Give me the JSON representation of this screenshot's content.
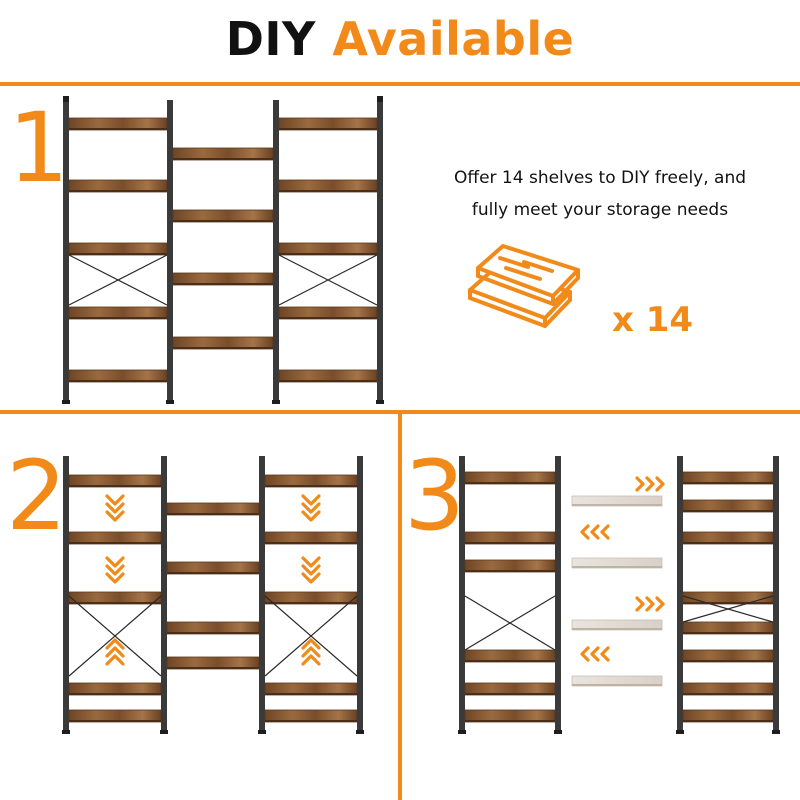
{
  "header": {
    "title_dark": "DIY",
    "title_accent": "Available"
  },
  "colors": {
    "accent": "#f28a1a",
    "frame": "#3a3a3a",
    "wood": "#8a5a33",
    "wood_light": "#e8e2dc"
  },
  "steps": [
    {
      "number": "1"
    },
    {
      "number": "2"
    },
    {
      "number": "3"
    }
  ],
  "info": {
    "line1": "Offer 14 shelves to DIY freely, and",
    "line2": "fully meet your storage needs",
    "shelf_count": "x 14",
    "icon": "stacked-boards-icon"
  }
}
